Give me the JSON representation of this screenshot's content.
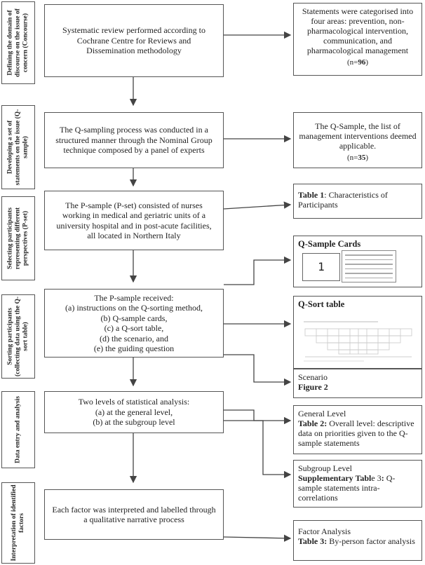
{
  "side_labels": [
    "Defining the domain of discourse on the issue of concern (Concourse)",
    "Developing a set of statements on the issue (Q-sample)",
    "Selecting participants representing different perspectives (P-set)",
    "Sorting participants (collecting data using the Q-sort table)",
    "Data entry and analysis",
    "Interpretation of identified factors"
  ],
  "main": {
    "systematic_review": "Systematic review performed according to Cochrane Centre for Reviews and Dissemination methodology",
    "q_sampling": "The Q-sampling process was conducted in a structured manner through the Nominal Group technique composed by a panel of experts",
    "p_sample": "The P-sample (P-set) consisted of nurses working in medical and geriatric units of a university hospital and in post-acute facilities, all located in Northern Italy",
    "received_title": "The P-sample received:",
    "received_items": [
      "(a) instructions on the Q-sorting method,",
      "(b) Q-sample cards,",
      "(c) a Q-sort table,",
      "(d) the scenario, and",
      "(e) the guiding question"
    ],
    "analysis_title": "Two levels of statistical analysis:",
    "analysis_items": [
      "(a) at the general level,",
      "(b) at the subgroup level"
    ],
    "interpretation": "Each factor was interpreted and labelled through a qualitative narrative process"
  },
  "right": {
    "statements": {
      "text": "Statements were categorised into four areas: prevention, non-pharmacological intervention, communication, and pharmacological management",
      "n_prefix": "(n=",
      "n_value": "96",
      "n_suffix": ")"
    },
    "qsample": {
      "text": "The Q-Sample, the list of management interventions deemed applicable.",
      "n_prefix": "(n=",
      "n_value": "35",
      "n_suffix": ")"
    },
    "table1": {
      "bold": "Table 1",
      "rest": ": Characteristics of Participants"
    },
    "cards": {
      "title": "Q-Sample Cards",
      "card_number": "1"
    },
    "qsort": {
      "title": "Q-Sort table"
    },
    "scenario": {
      "line1": "Scenario",
      "line2": "Figure 2"
    },
    "general": {
      "line1": "General Level",
      "bold": "Table 2:",
      "rest": " Overall level: descriptive data on priorities given to the Q-sample statements"
    },
    "subgroup": {
      "line1": "Subgroup Level",
      "bold": "Supplementary Tabl",
      "mid": "e 3",
      "bold2": ":",
      "rest": " Q-sample statements intra-correlations"
    },
    "factor": {
      "line1": "Factor Analysis",
      "bold": "Table 3:",
      "rest": " By-person factor analysis"
    }
  }
}
